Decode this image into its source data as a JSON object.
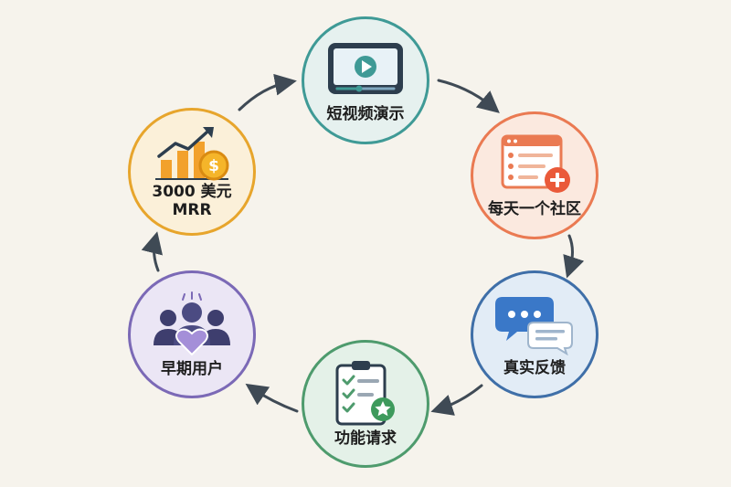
{
  "colors": {
    "background": "#f6f3ec",
    "arrow": "#3f4a55",
    "teal": "#3f9a96",
    "orange": "#ea7a52",
    "blue": "#3f6fa8",
    "green": "#4e9b6d",
    "purple": "#7b69b6",
    "gold": "#e7a52c"
  },
  "nodes": {
    "video": {
      "label": "短视频演示",
      "icon": "video-player-icon"
    },
    "community": {
      "label": "每天一个社区",
      "icon": "browser-window-plus-icon"
    },
    "feedback": {
      "label": "真实反馈",
      "icon": "chat-bubbles-icon"
    },
    "feature": {
      "label": "功能请求",
      "icon": "checklist-clipboard-star-icon"
    },
    "users": {
      "label": "早期用户",
      "icon": "user-group-heart-icon"
    },
    "mrr": {
      "label_line1": "3000 美元",
      "label_line2": "MRR",
      "icon": "growth-chart-coin-icon"
    }
  }
}
